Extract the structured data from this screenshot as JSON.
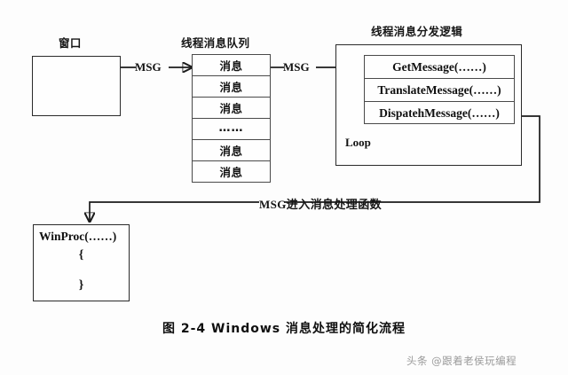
{
  "figure": {
    "caption": "图 2-4  Windows 消息处理的简化流程",
    "watermark": "头条 @跟着老侯玩编程"
  },
  "window_block": {
    "title": "窗口",
    "body": ""
  },
  "queue_block": {
    "title": "线程消息队列",
    "items": [
      {
        "label": "消息"
      },
      {
        "label": "消息"
      },
      {
        "label": "消息"
      },
      {
        "label": "……"
      },
      {
        "label": "消息"
      },
      {
        "label": "消息"
      }
    ]
  },
  "dispatch_block": {
    "title": "线程消息分发逻辑",
    "functions": [
      {
        "label": "GetMessage(……)"
      },
      {
        "label": "TranslateMessage(……)"
      },
      {
        "label": "DispatehMessage(……)"
      }
    ],
    "loop_label": "Loop"
  },
  "winproc_block": {
    "title": "WinProc(……)",
    "open_brace": "{",
    "close_brace": "}"
  },
  "edges": {
    "window_to_queue": "MSG",
    "queue_to_dispatch": "MSG",
    "dispatch_to_winproc": "MSG进入消息处理函数"
  },
  "colors": {
    "stroke": "#1b1b1b",
    "box_border": "#2a2a2a",
    "background": "#fdfdfd",
    "watermark": "#9a9a9a"
  }
}
